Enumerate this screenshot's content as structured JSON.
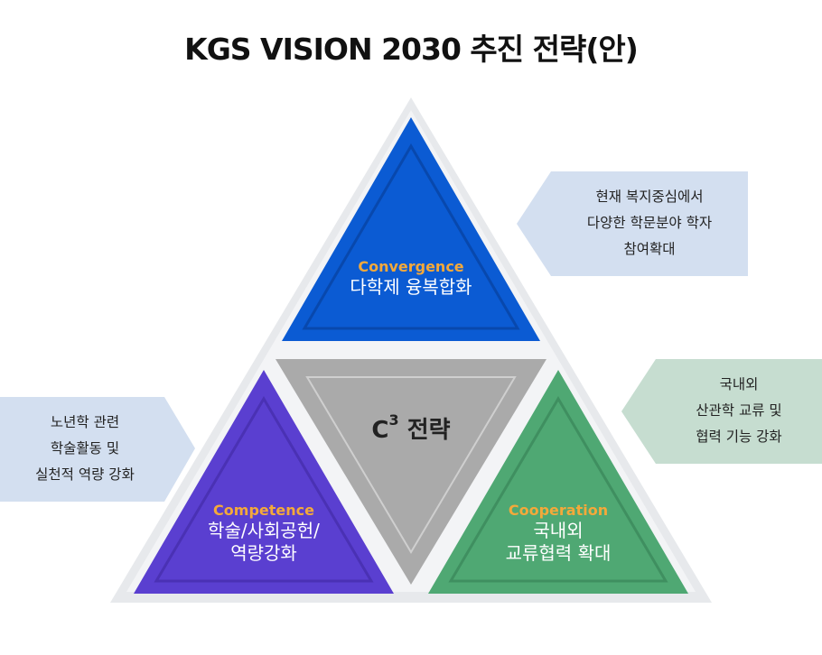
{
  "title": "KGS VISION 2030 추진 전략(안)",
  "center": {
    "letter": "C",
    "sup": "3",
    "rest": "전략"
  },
  "triangles": [
    {
      "id": "top",
      "en": "Convergence",
      "ko": [
        "다학제 융복합화"
      ],
      "color": "#0b5bd3"
    },
    {
      "id": "left",
      "en": "Competence",
      "ko": [
        "학술/사회공헌/",
        "역량강화"
      ],
      "color": "#5a3fd0"
    },
    {
      "id": "right",
      "en": "Cooperation",
      "ko": [
        "국내외",
        "교류협력 확대"
      ],
      "color": "#4fa873"
    }
  ],
  "callouts": [
    {
      "id": "top",
      "lines": [
        "현재 복지중심에서",
        "다양한 학문분야 학자",
        "참여확대"
      ],
      "color": "#d3dff0"
    },
    {
      "id": "right",
      "lines": [
        "국내외",
        "산관학 교류 및",
        "협력 기능 강화"
      ],
      "color": "#c6ddd0"
    },
    {
      "id": "left",
      "lines": [
        "노년학 관련",
        "학술활동 및",
        "실천적 역량 강화"
      ],
      "color": "#d3dff0"
    }
  ],
  "colors": {
    "center_fill": "#aaaaaa",
    "frame": "#e7e9ec",
    "accent_text": "#f4a93a"
  }
}
